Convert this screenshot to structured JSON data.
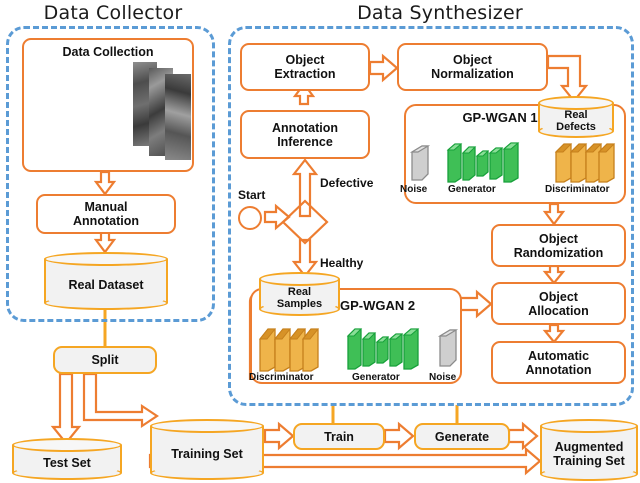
{
  "titles": {
    "collector": "Data Collector",
    "synthesizer": "Data Synthesizer"
  },
  "collector": {
    "data_collection_label": "Data Collection",
    "manual_annotation": "Manual\nAnnotation",
    "manual_annotation_l1": "Manual",
    "manual_annotation_l2": "Annotation",
    "real_dataset": "Real Dataset"
  },
  "synthesizer": {
    "object_extraction_l1": "Object",
    "object_extraction_l2": "Extraction",
    "object_normalization_l1": "Object",
    "object_normalization_l2": "Normalization",
    "annotation_inference_l1": "Annotation",
    "annotation_inference_l2": "Inference",
    "real_defects_l1": "Real",
    "real_defects_l2": "Defects",
    "real_samples_l1": "Real",
    "real_samples_l2": "Samples",
    "object_randomization_l1": "Object",
    "object_randomization_l2": "Randomization",
    "object_allocation_l1": "Object",
    "object_allocation_l2": "Allocation",
    "automatic_annotation_l1": "Automatic",
    "automatic_annotation_l2": "Annotation",
    "gpwgan1": "GP-WGAN 1",
    "gpwgan2": "GP-WGAN 2",
    "start": "Start",
    "defective": "Defective",
    "healthy": "Healthy",
    "noise": "Noise",
    "generator": "Generator",
    "discriminator": "Discriminator"
  },
  "bottom": {
    "split": "Split",
    "test_set": "Test Set",
    "training_set": "Training Set",
    "train": "Train",
    "generate": "Generate",
    "augmented_l1": "Augmented",
    "augmented_l2": "Training Set"
  },
  "colors": {
    "orange": "#ed7d31",
    "amber": "#f5a623",
    "blue_dashed": "#5b9bd5",
    "green_generator": "#3fbf56",
    "gold_discriminator": "#e8a33d",
    "grey_noise": "#bfbfbf",
    "box_fill_grey": "#f2f2f2"
  }
}
